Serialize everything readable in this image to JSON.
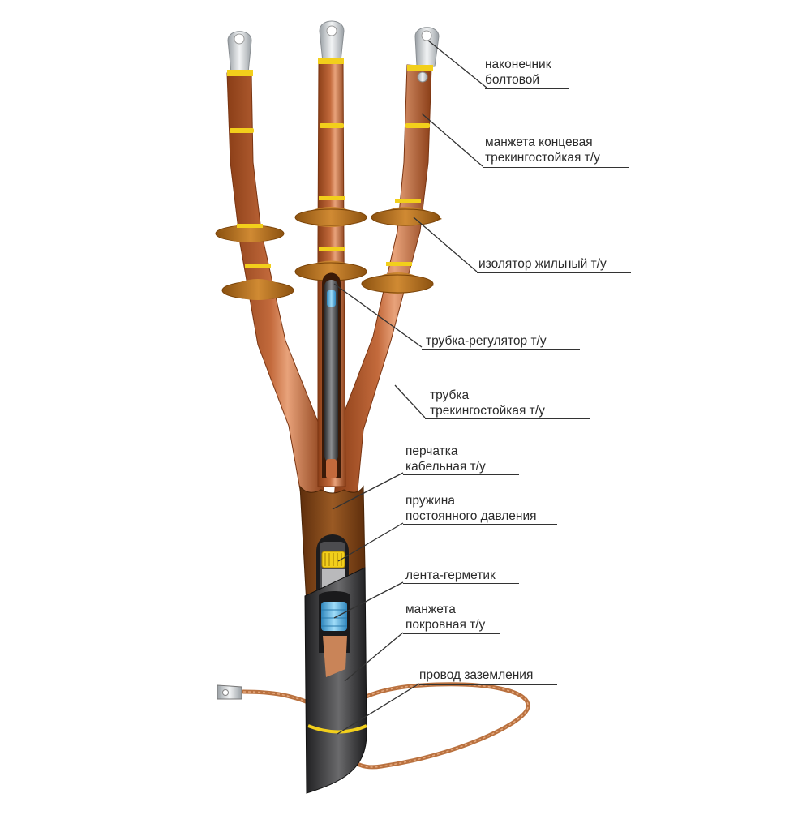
{
  "labels": {
    "lug": [
      "наконечник",
      "болтовой"
    ],
    "end_cuff": [
      "манжета концевая",
      "трекингостойкая т/у"
    ],
    "insulator": [
      "изолятор жильный т/у"
    ],
    "regulator_tube": [
      "трубка-регулятор т/у"
    ],
    "tracking_tube": [
      "трубка",
      "трекингостойкая т/у"
    ],
    "cable_glove": [
      "перчатка",
      "кабельная т/у"
    ],
    "spring": [
      "пружина",
      "постоянного давления"
    ],
    "sealant_tape": [
      "лента-герметик"
    ],
    "cover_cuff": [
      "манжета",
      "покровная т/у"
    ],
    "ground_wire": [
      "провод заземления"
    ]
  },
  "colors": {
    "copper_dark": "#8a3e17",
    "copper": "#c36a3c",
    "copper_light": "#e8a27a",
    "glove": "#8a4b1a",
    "insulator_amber": "#b8731f",
    "band_yellow": "#f2cf1b",
    "sheath_dark": "#2b2b2d",
    "sheath_light": "#6a6a6c",
    "metal": "#d9dde0",
    "tape_blue": "#5fb3e0",
    "leader": "#333333"
  }
}
